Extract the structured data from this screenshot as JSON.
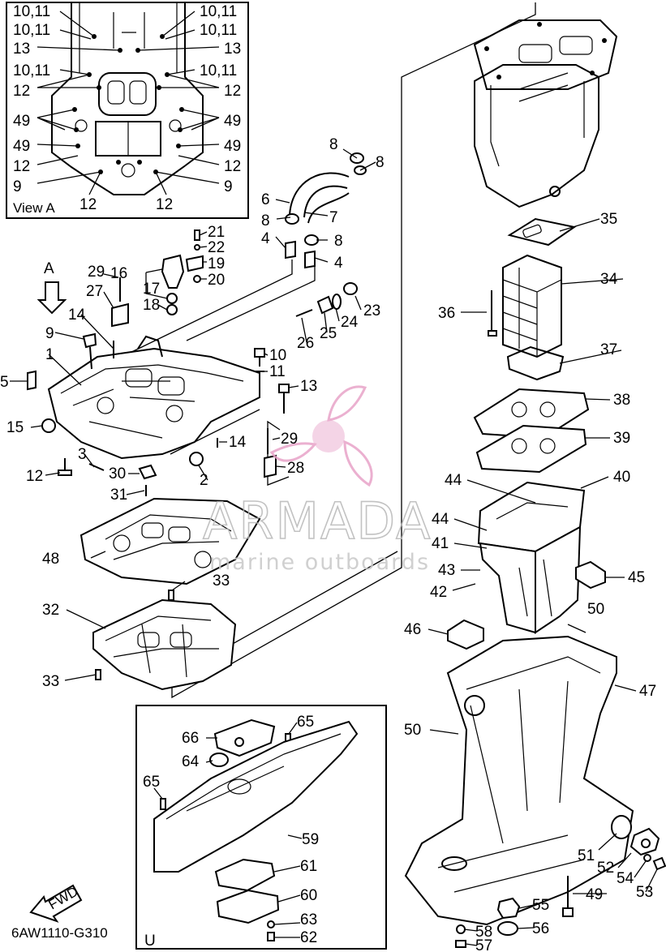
{
  "diagram_code": "6AW1110-G310",
  "view_label": "View A",
  "view_arrow_label": "A",
  "fwd_label": "FWD",
  "inset_label": "U",
  "watermark": {
    "brand": "ARMADA",
    "tagline": "marine outboards",
    "accent": "#e8a3c8"
  },
  "view_a_callouts": {
    "left": [
      "10,11",
      "10,11",
      "13",
      "10,11",
      "12",
      "49",
      "49",
      "12",
      "9",
      "12"
    ],
    "right": [
      "10,11",
      "10,11",
      "13",
      "10,11",
      "12",
      "49",
      "49",
      "12",
      "9",
      "12"
    ]
  },
  "callouts": {
    "c1": "1",
    "c2": "2",
    "c3": "3",
    "c4a": "4",
    "c4b": "4",
    "c5": "5",
    "c6": "6",
    "c7": "7",
    "c8a": "8",
    "c8b": "8",
    "c8c": "8",
    "c8d": "8",
    "c9": "9",
    "c10": "10",
    "c11": "11",
    "c12": "12",
    "c13": "13",
    "c14a": "14",
    "c14b": "14",
    "c15": "15",
    "c16": "16",
    "c17": "17",
    "c18": "18",
    "c19": "19",
    "c20": "20",
    "c21": "21",
    "c22": "22",
    "c23": "23",
    "c24": "24",
    "c25": "25",
    "c26": "26",
    "c27": "27",
    "c28": "28",
    "c29a": "29",
    "c29b": "29",
    "c30": "30",
    "c31": "31",
    "c32": "32",
    "c33a": "33",
    "c33b": "33",
    "c34": "34",
    "c35": "35",
    "c36": "36",
    "c37": "37",
    "c38": "38",
    "c39": "39",
    "c40": "40",
    "c41": "41",
    "c42": "42",
    "c43": "43",
    "c44a": "44",
    "c44b": "44",
    "c45": "45",
    "c46": "46",
    "c47": "47",
    "c48": "48",
    "c49": "49",
    "c50a": "50",
    "c50b": "50",
    "c51": "51",
    "c52": "52",
    "c53": "53",
    "c54": "54",
    "c55": "55",
    "c56": "56",
    "c57": "57",
    "c58": "58",
    "c59": "59",
    "c60": "60",
    "c61": "61",
    "c62": "62",
    "c63": "63",
    "c64": "64",
    "c65a": "65",
    "c65b": "65",
    "c66": "66"
  }
}
